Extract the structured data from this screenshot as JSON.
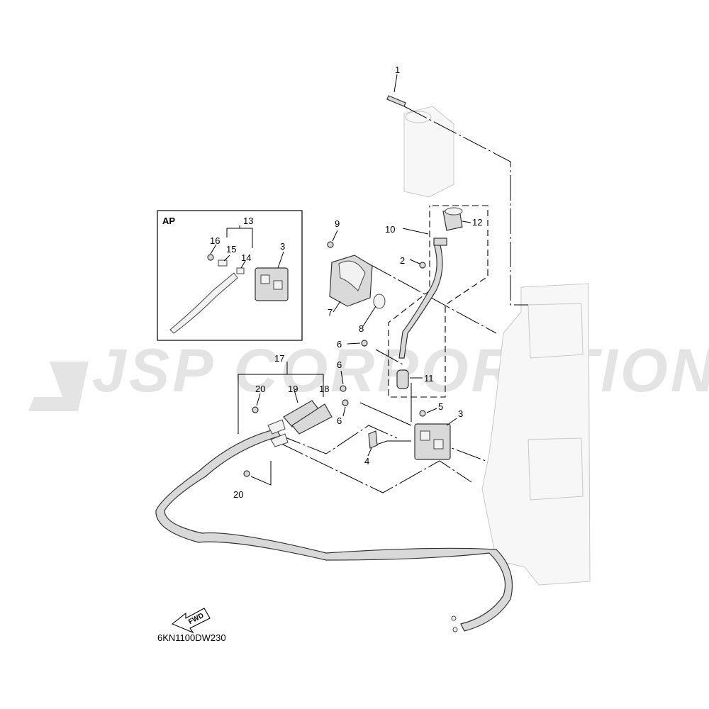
{
  "watermark": "JSP CORPORATION",
  "inset": {
    "title": "AP"
  },
  "fwd_label": "FWD",
  "diagram_code": "6KN1100DW230",
  "callouts": {
    "c1": "1",
    "c2": "2",
    "c3a": "3",
    "c3b": "3",
    "c4": "4",
    "c5": "5",
    "c6a": "6",
    "c6b": "6",
    "c6c": "6",
    "c7": "7",
    "c8": "8",
    "c9": "9",
    "c10": "10",
    "c11": "11",
    "c12": "12",
    "c13": "13",
    "c14": "14",
    "c15": "15",
    "c16": "16",
    "c17": "17",
    "c18": "18",
    "c19": "19",
    "c20a": "20",
    "c20b": "20"
  }
}
